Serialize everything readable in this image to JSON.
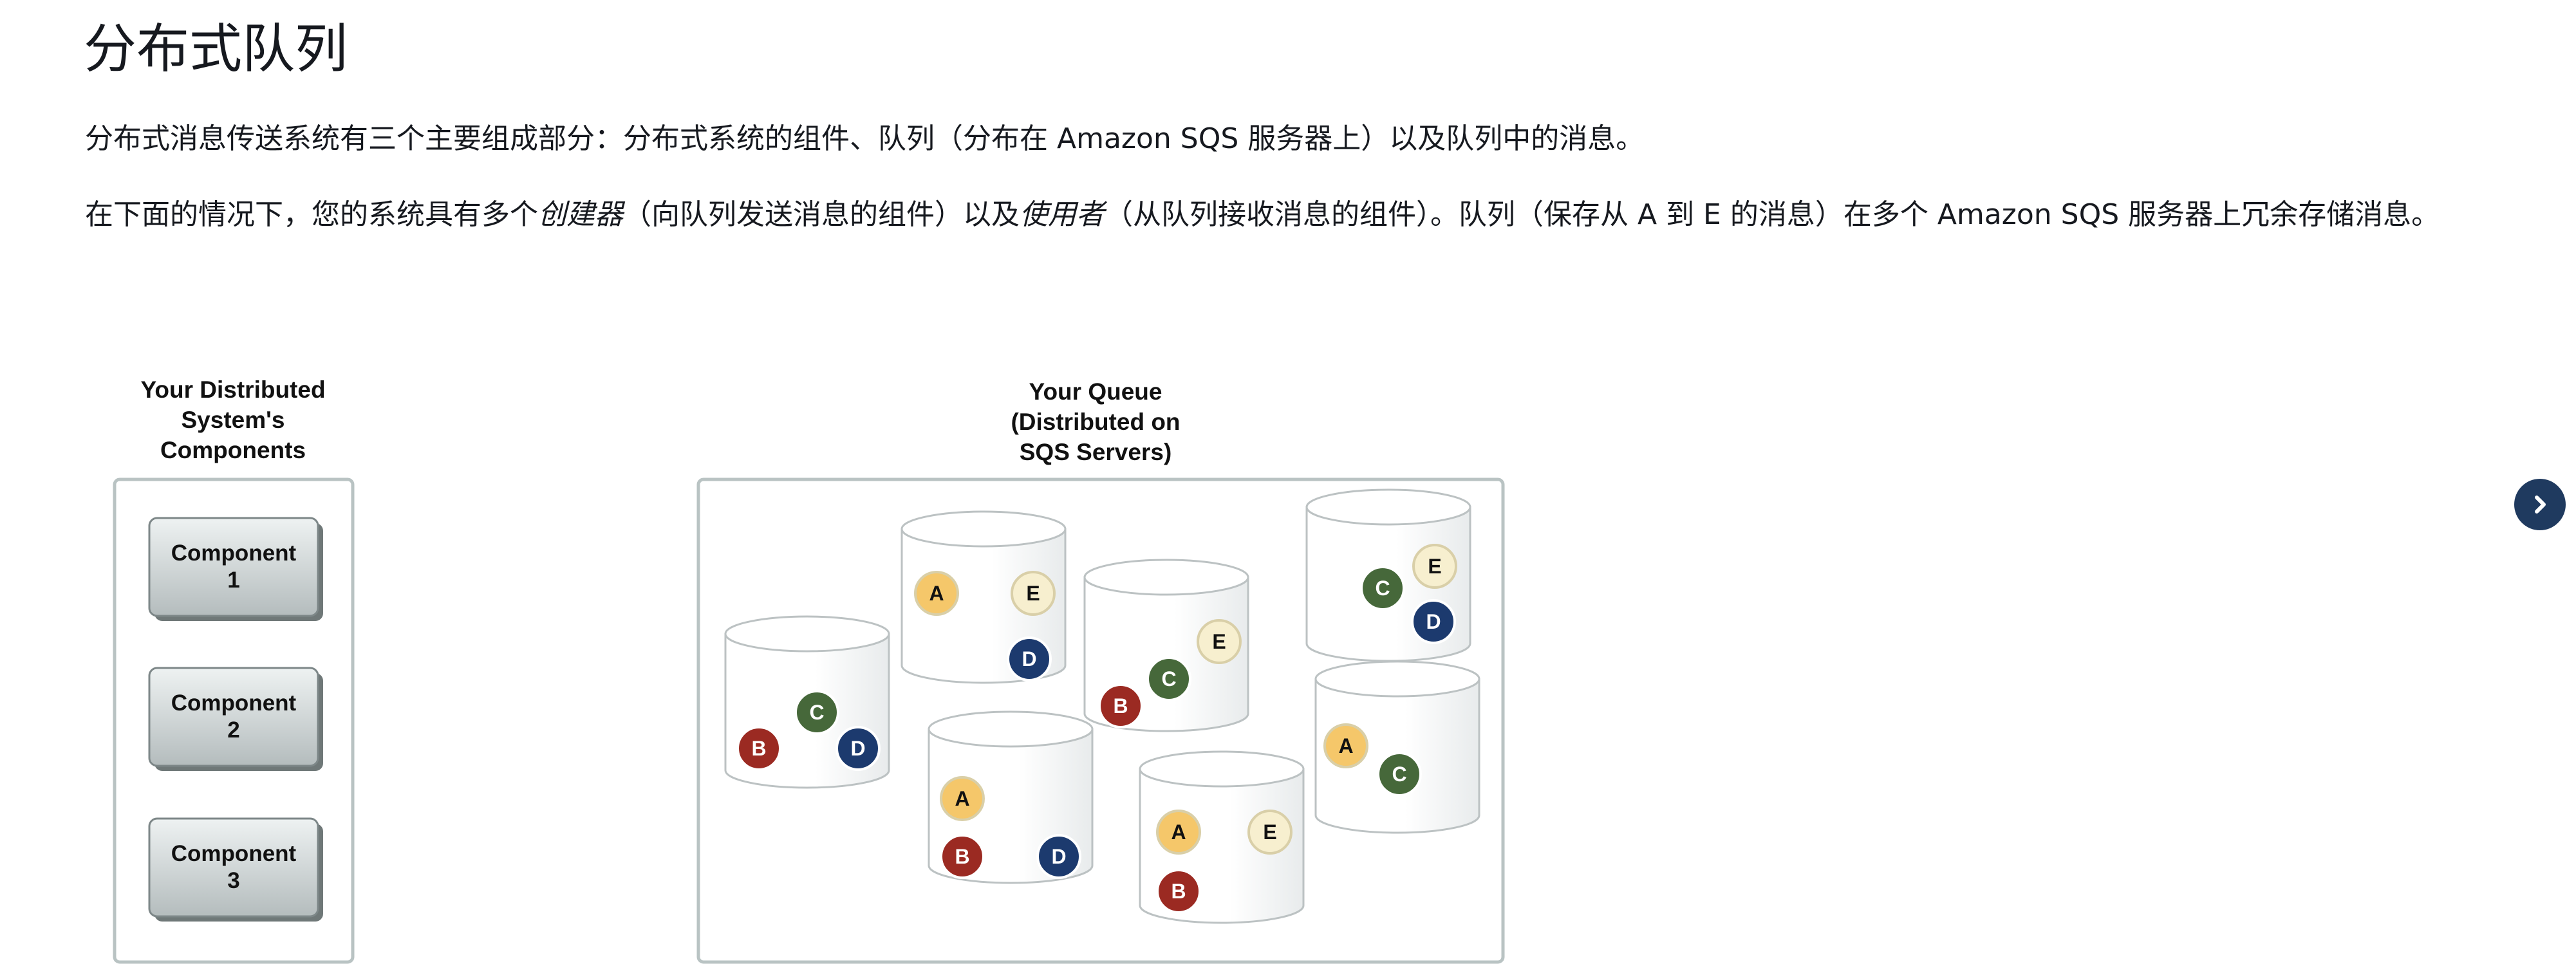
{
  "page": {
    "title": "分布式队列",
    "intro": "分布式消息传送系统有三个主要组成部分：分布式系统的组件、队列（分布在 Amazon SQS 服务器上）以及队列中的消息。",
    "detail": {
      "part1": "在下面的情况下，您的系统具有多个",
      "term1": "创建器",
      "part2": "（向队列发送消息的组件）以及",
      "term2": "使用者",
      "part3": "（从队列接收消息的组件）。队列（保存从 A 到 E 的消息）在多个 Amazon SQS 服务器上冗余存储消息。"
    }
  },
  "diagram": {
    "components_caption": [
      "Your Distributed",
      "System's",
      "Components"
    ],
    "queue_caption": [
      "Your Queue",
      "(Distributed on",
      "SQS Servers)"
    ],
    "components": [
      {
        "line1": "Component",
        "line2": "1"
      },
      {
        "line1": "Component",
        "line2": "2"
      },
      {
        "line1": "Component",
        "line2": "3"
      }
    ],
    "servers": [
      {
        "messages": [
          "B",
          "C",
          "D"
        ]
      },
      {
        "messages": [
          "A",
          "E",
          "D"
        ]
      },
      {
        "messages": [
          "A",
          "B",
          "D"
        ]
      },
      {
        "messages": [
          "E",
          "C",
          "B"
        ]
      },
      {
        "messages": [
          "A",
          "E",
          "B"
        ]
      },
      {
        "messages": [
          "C",
          "E",
          "D"
        ]
      },
      {
        "messages": [
          "A",
          "C"
        ]
      }
    ],
    "message_colors": {
      "A": "#f5c76a",
      "B": "#9b2a22",
      "C": "#46683a",
      "D": "#1c3a6e",
      "E": "#f7efcf"
    }
  },
  "nav": {
    "next_icon": "chevron-right-icon",
    "accent": "#1f3a5f"
  }
}
